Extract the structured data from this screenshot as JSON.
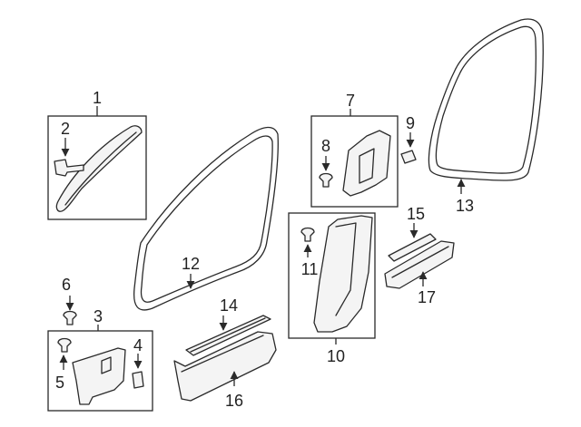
{
  "callouts": {
    "c1": "1",
    "c2": "2",
    "c3": "3",
    "c4": "4",
    "c5": "5",
    "c6": "6",
    "c7": "7",
    "c8": "8",
    "c9": "9",
    "c10": "10",
    "c11": "11",
    "c12": "12",
    "c13": "13",
    "c14": "14",
    "c15": "15",
    "c16": "16",
    "c17": "17"
  },
  "colors": {
    "line": "#2a2a2a",
    "part_fill": "#f4f4f4",
    "background": "#ffffff"
  }
}
